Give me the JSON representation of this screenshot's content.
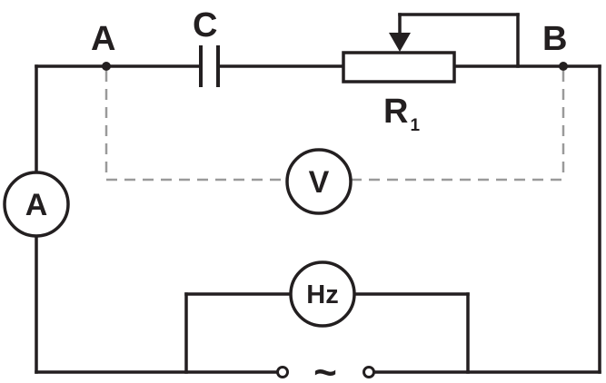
{
  "node_a": "A",
  "node_b": "B",
  "capacitor": "C",
  "resistor": {
    "letter": "R",
    "subscript": "1"
  },
  "ammeter": "A",
  "voltmeter": "V",
  "frequency_meter": "Hz",
  "ac_source_symbol": "~",
  "colors": {
    "wire": "#231f20",
    "voltmeter_leads": "#9a9a9a"
  }
}
